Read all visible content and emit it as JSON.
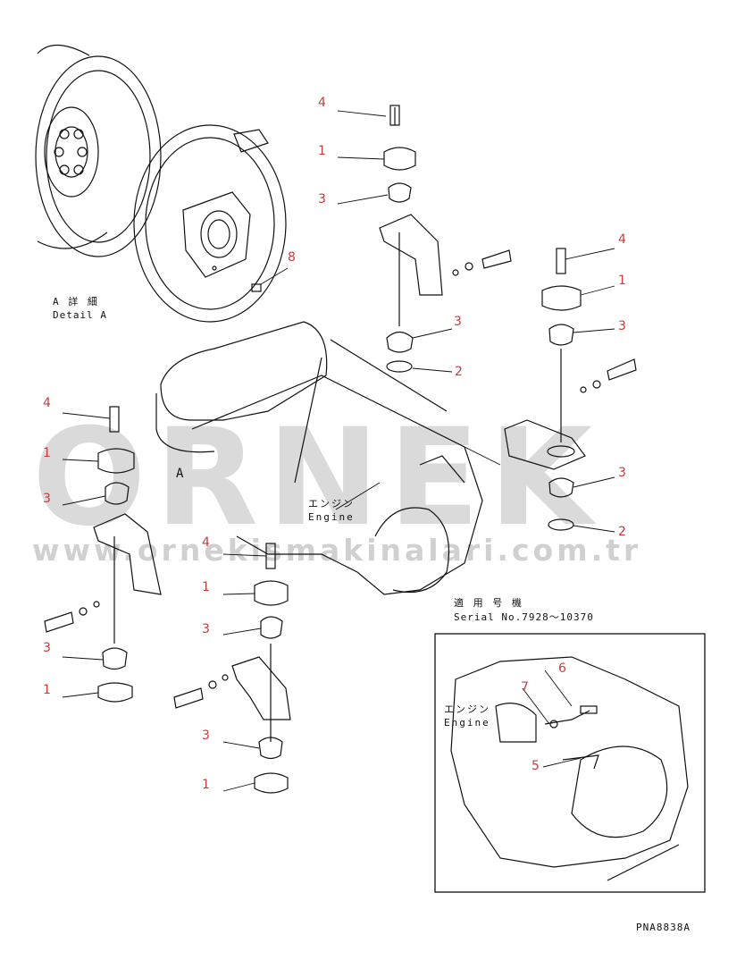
{
  "detail": {
    "jp": "A 詳 細",
    "en": "Detail A"
  },
  "engine_main": {
    "jp": "エンジン",
    "en": "Engine"
  },
  "engine_inset": {
    "jp": "エンジン",
    "en": "Engine"
  },
  "serial": {
    "jp": "適 用 号 機",
    "en": "Serial No.7928〜10370"
  },
  "view_marker": "A",
  "part_code": "PNA8838A",
  "watermark": {
    "text": "ÖRNEK",
    "url": "www.ornekismakinalari.com.tr"
  },
  "colors": {
    "callout": "#c83c3c",
    "line": "#111111",
    "watermark": "#b4b4b4"
  },
  "callouts": [
    {
      "id": "c-4-top",
      "num": "4"
    },
    {
      "id": "c-1-top",
      "num": "1"
    },
    {
      "id": "c-3-top",
      "num": "3"
    },
    {
      "id": "c-8",
      "num": "8"
    },
    {
      "id": "c-3-mid",
      "num": "3"
    },
    {
      "id": "c-2-mid",
      "num": "2"
    },
    {
      "id": "c-4-right",
      "num": "4"
    },
    {
      "id": "c-1-right",
      "num": "1"
    },
    {
      "id": "c-3-right",
      "num": "3"
    },
    {
      "id": "c-3-right2",
      "num": "3"
    },
    {
      "id": "c-2-right",
      "num": "2"
    },
    {
      "id": "c-4-left",
      "num": "4"
    },
    {
      "id": "c-1-left",
      "num": "1"
    },
    {
      "id": "c-3-left",
      "num": "3"
    },
    {
      "id": "c-3-left2",
      "num": "3"
    },
    {
      "id": "c-1-left2",
      "num": "1"
    },
    {
      "id": "c-4-center",
      "num": "4"
    },
    {
      "id": "c-1-center",
      "num": "1"
    },
    {
      "id": "c-3-center",
      "num": "3"
    },
    {
      "id": "c-3-center2",
      "num": "3"
    },
    {
      "id": "c-1-center2",
      "num": "1"
    },
    {
      "id": "c-6",
      "num": "6"
    },
    {
      "id": "c-7",
      "num": "7"
    },
    {
      "id": "c-5",
      "num": "5"
    }
  ]
}
